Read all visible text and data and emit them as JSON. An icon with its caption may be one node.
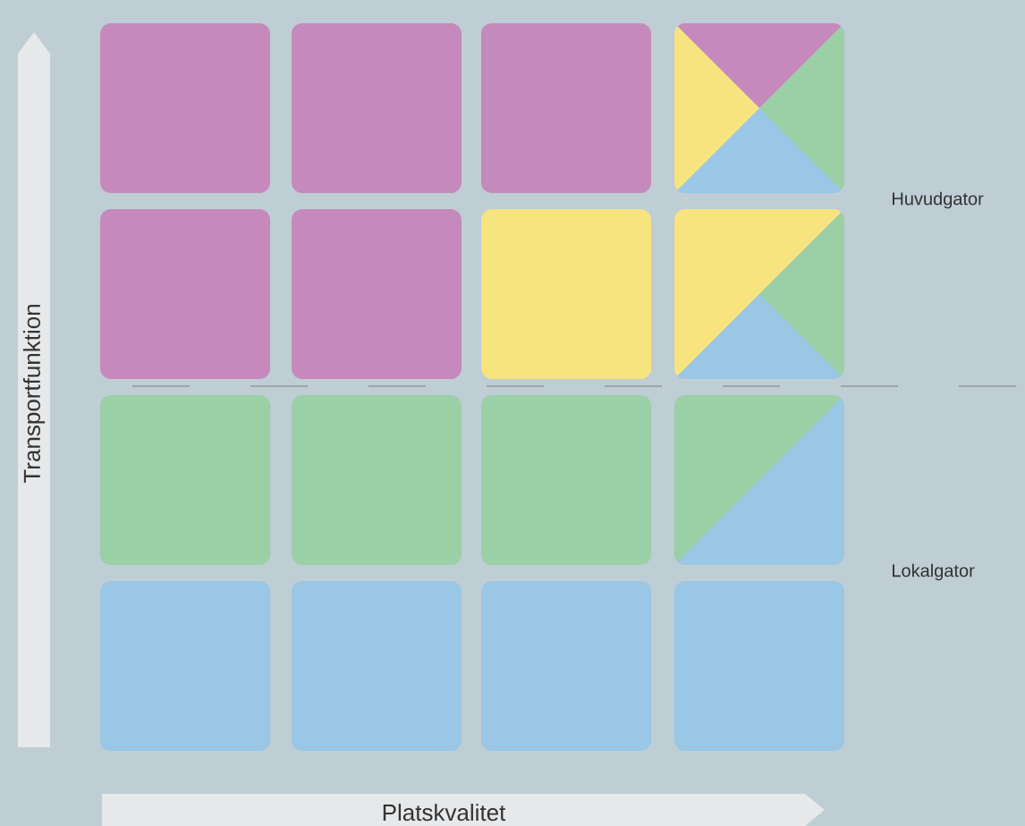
{
  "diagram": {
    "labels": [
      "Huvudgator",
      "Transportfunktion",
      "Lokalgator",
      "Platskvalitet"
    ]
  }
}
